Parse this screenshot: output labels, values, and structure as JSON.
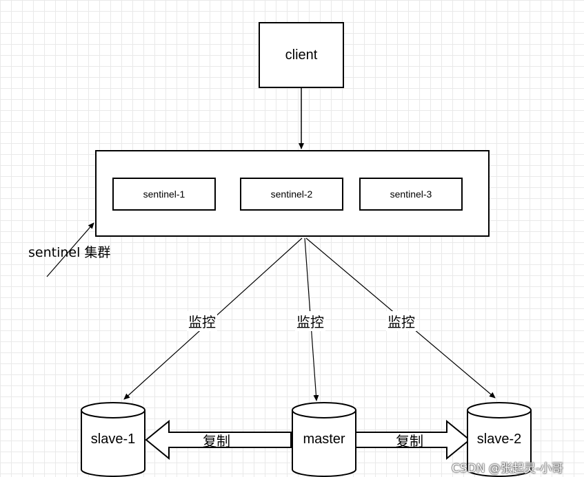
{
  "client": {
    "label": "client"
  },
  "cluster": {
    "label": "sentinel 集群",
    "nodes": [
      {
        "label": "sentinel-1"
      },
      {
        "label": "sentinel-2"
      },
      {
        "label": "sentinel-3"
      }
    ]
  },
  "monitor_labels": [
    "监控",
    "监控",
    "监控"
  ],
  "databases": {
    "slave1": "slave-1",
    "master": "master",
    "slave2": "slave-2"
  },
  "replication_labels": {
    "left": "复制",
    "right": "复制"
  },
  "watermark": "CSDN @张起灵-小哥",
  "colors": {
    "stroke": "#000000",
    "fill": "#ffffff",
    "grid": "#e9e9e9"
  }
}
